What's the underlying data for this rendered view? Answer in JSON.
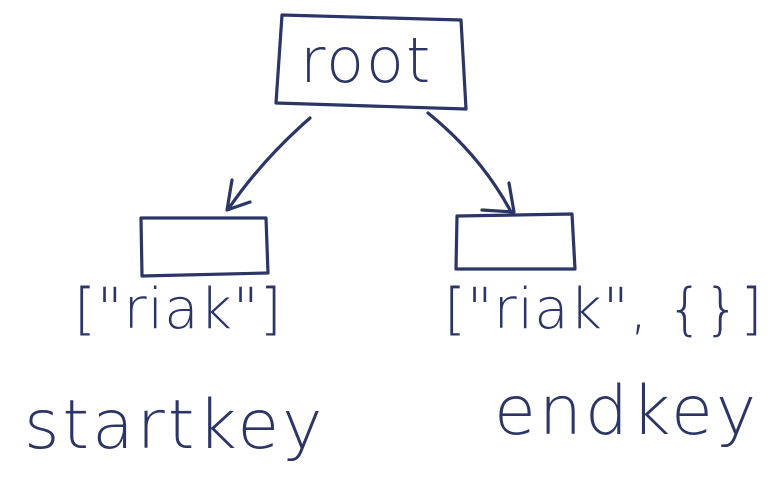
{
  "diagram": {
    "root_label": "root",
    "left_node_key": "[\"riak\"]",
    "right_node_key": "[\"riak\", {}]",
    "left_caption": "startkey",
    "right_caption": "endkey",
    "ink_color": "#2b3566"
  }
}
